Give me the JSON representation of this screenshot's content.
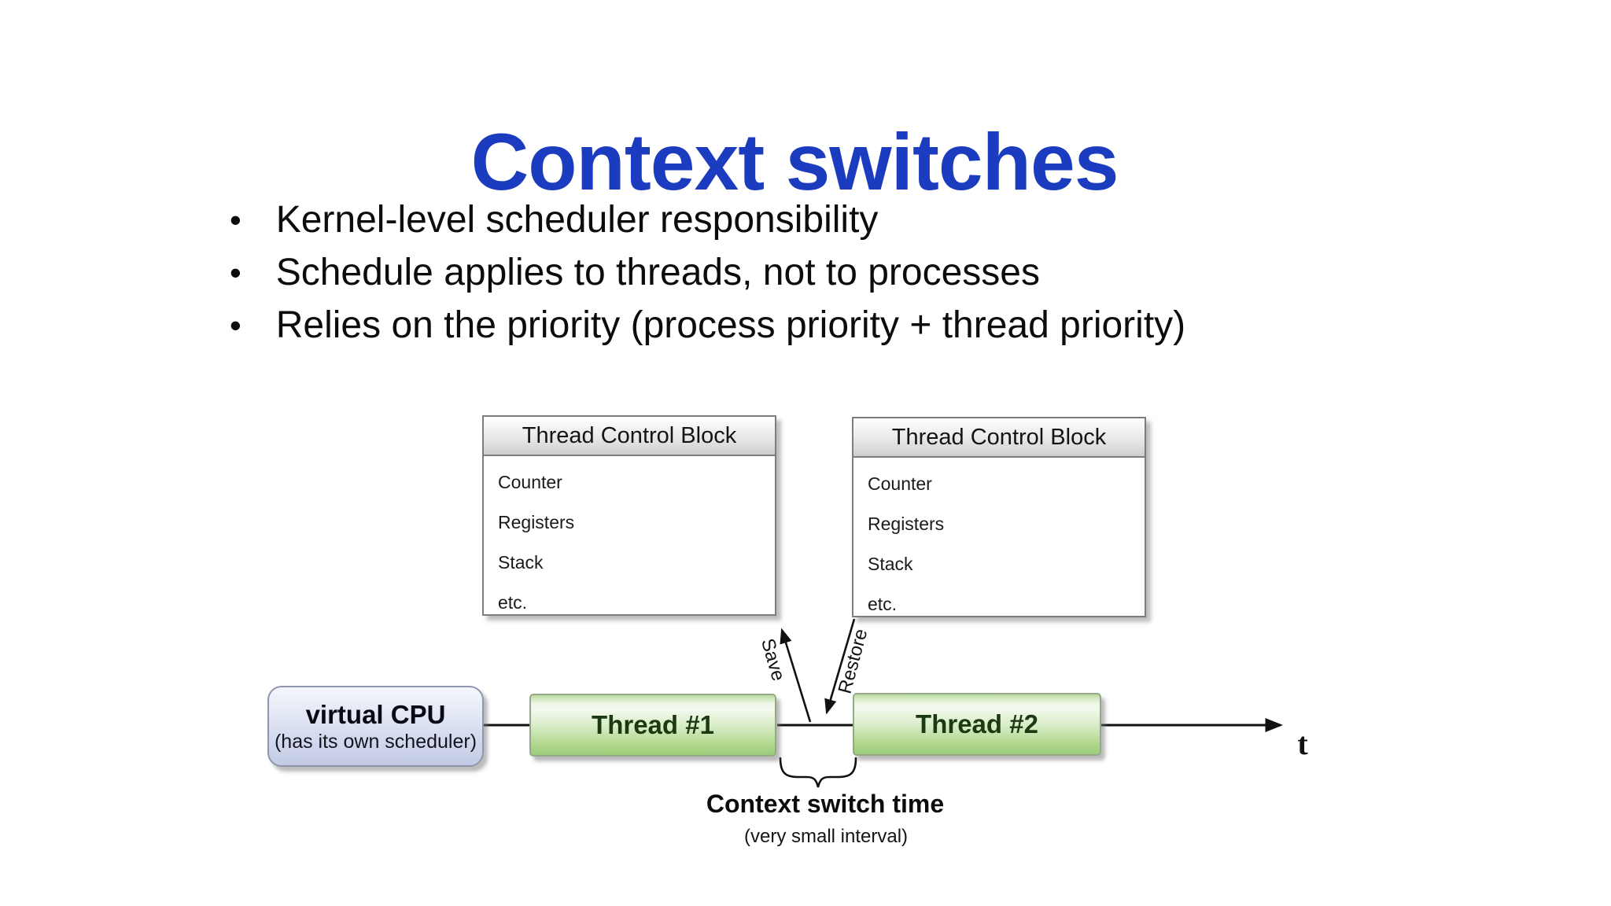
{
  "slide": {
    "title": "Context switches",
    "bullet_char": "•",
    "bullets": [
      "Kernel-level scheduler responsibility",
      "Schedule applies to threads, not to processes",
      "Relies on the priority (process priority + thread priority)"
    ]
  },
  "diagram": {
    "tcb_left": {
      "title": "Thread Control Block",
      "items": [
        "Counter",
        "Registers",
        "Stack",
        "etc."
      ]
    },
    "tcb_right": {
      "title": "Thread Control Block",
      "items": [
        "Counter",
        "Registers",
        "Stack",
        "etc."
      ]
    },
    "virtual_cpu": {
      "title": "virtual CPU",
      "subtitle": "(has its own scheduler)"
    },
    "thread1_label": "Thread #1",
    "thread2_label": "Thread #2",
    "save_label": "Save",
    "restore_label": "Restore",
    "context_switch": {
      "label": "Context switch time",
      "note": "(very small interval)"
    },
    "time_axis_label": "t"
  },
  "colors": {
    "title_blue": "#1c3cc0",
    "text_black": "#111111",
    "thread_label_green": "#1c3a11",
    "thread_fill_top": "#eef6e5",
    "thread_fill_bottom": "#9bcc78",
    "vcpu_fill_top": "#f4f6fc",
    "vcpu_fill_bottom": "#c3cbe4",
    "tcb_header_top": "#ffffff",
    "tcb_header_bottom": "#cccccc",
    "box_border_gray": "#7d7d7d",
    "arrow_black": "#111111"
  }
}
